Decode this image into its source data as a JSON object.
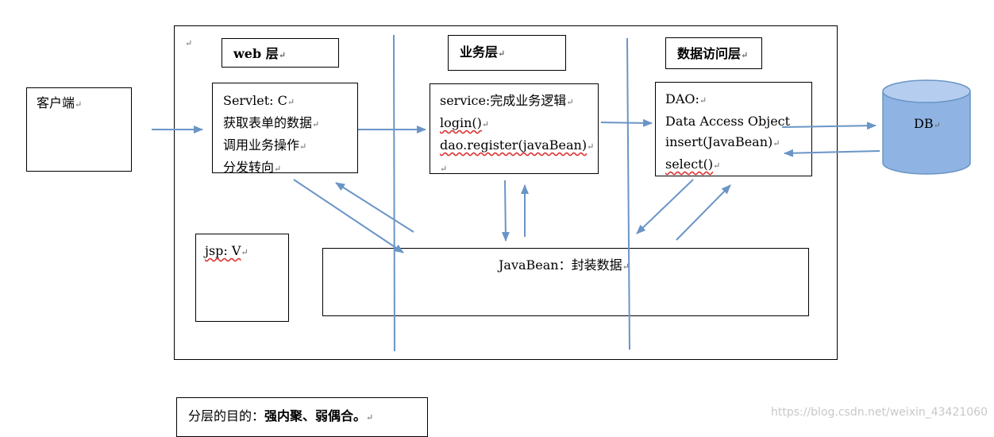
{
  "client": {
    "label": "客户端"
  },
  "frame_mark": "↵",
  "web_layer": {
    "title": "web 层",
    "servlet_lines": [
      "Servlet: C",
      "获取表单的数据",
      "调用业务操作",
      "分发转向"
    ]
  },
  "service_layer": {
    "title": "业务层",
    "lines": [
      "service:完成业务逻辑",
      "login()",
      "dao.register(javaBean)",
      ""
    ]
  },
  "data_layer": {
    "title": "数据访问层",
    "lines": [
      "DAO:",
      "Data Access Object",
      "insert(JavaBean)",
      "select()"
    ]
  },
  "db": {
    "label": "DB",
    "fill": "#8fb4e3",
    "top_fill": "#b5cdee"
  },
  "jsp": {
    "label": "jsp: V"
  },
  "javabean": {
    "label": "JavaBean：封装数据"
  },
  "note": {
    "prefix": "分层的目的：",
    "emphasis": "强内聚、弱偶合。"
  },
  "watermark": "https://blog.csdn.net/weixin_43421060",
  "colors": {
    "arrow": "#6a95c6",
    "divider": "#6a95c6"
  }
}
